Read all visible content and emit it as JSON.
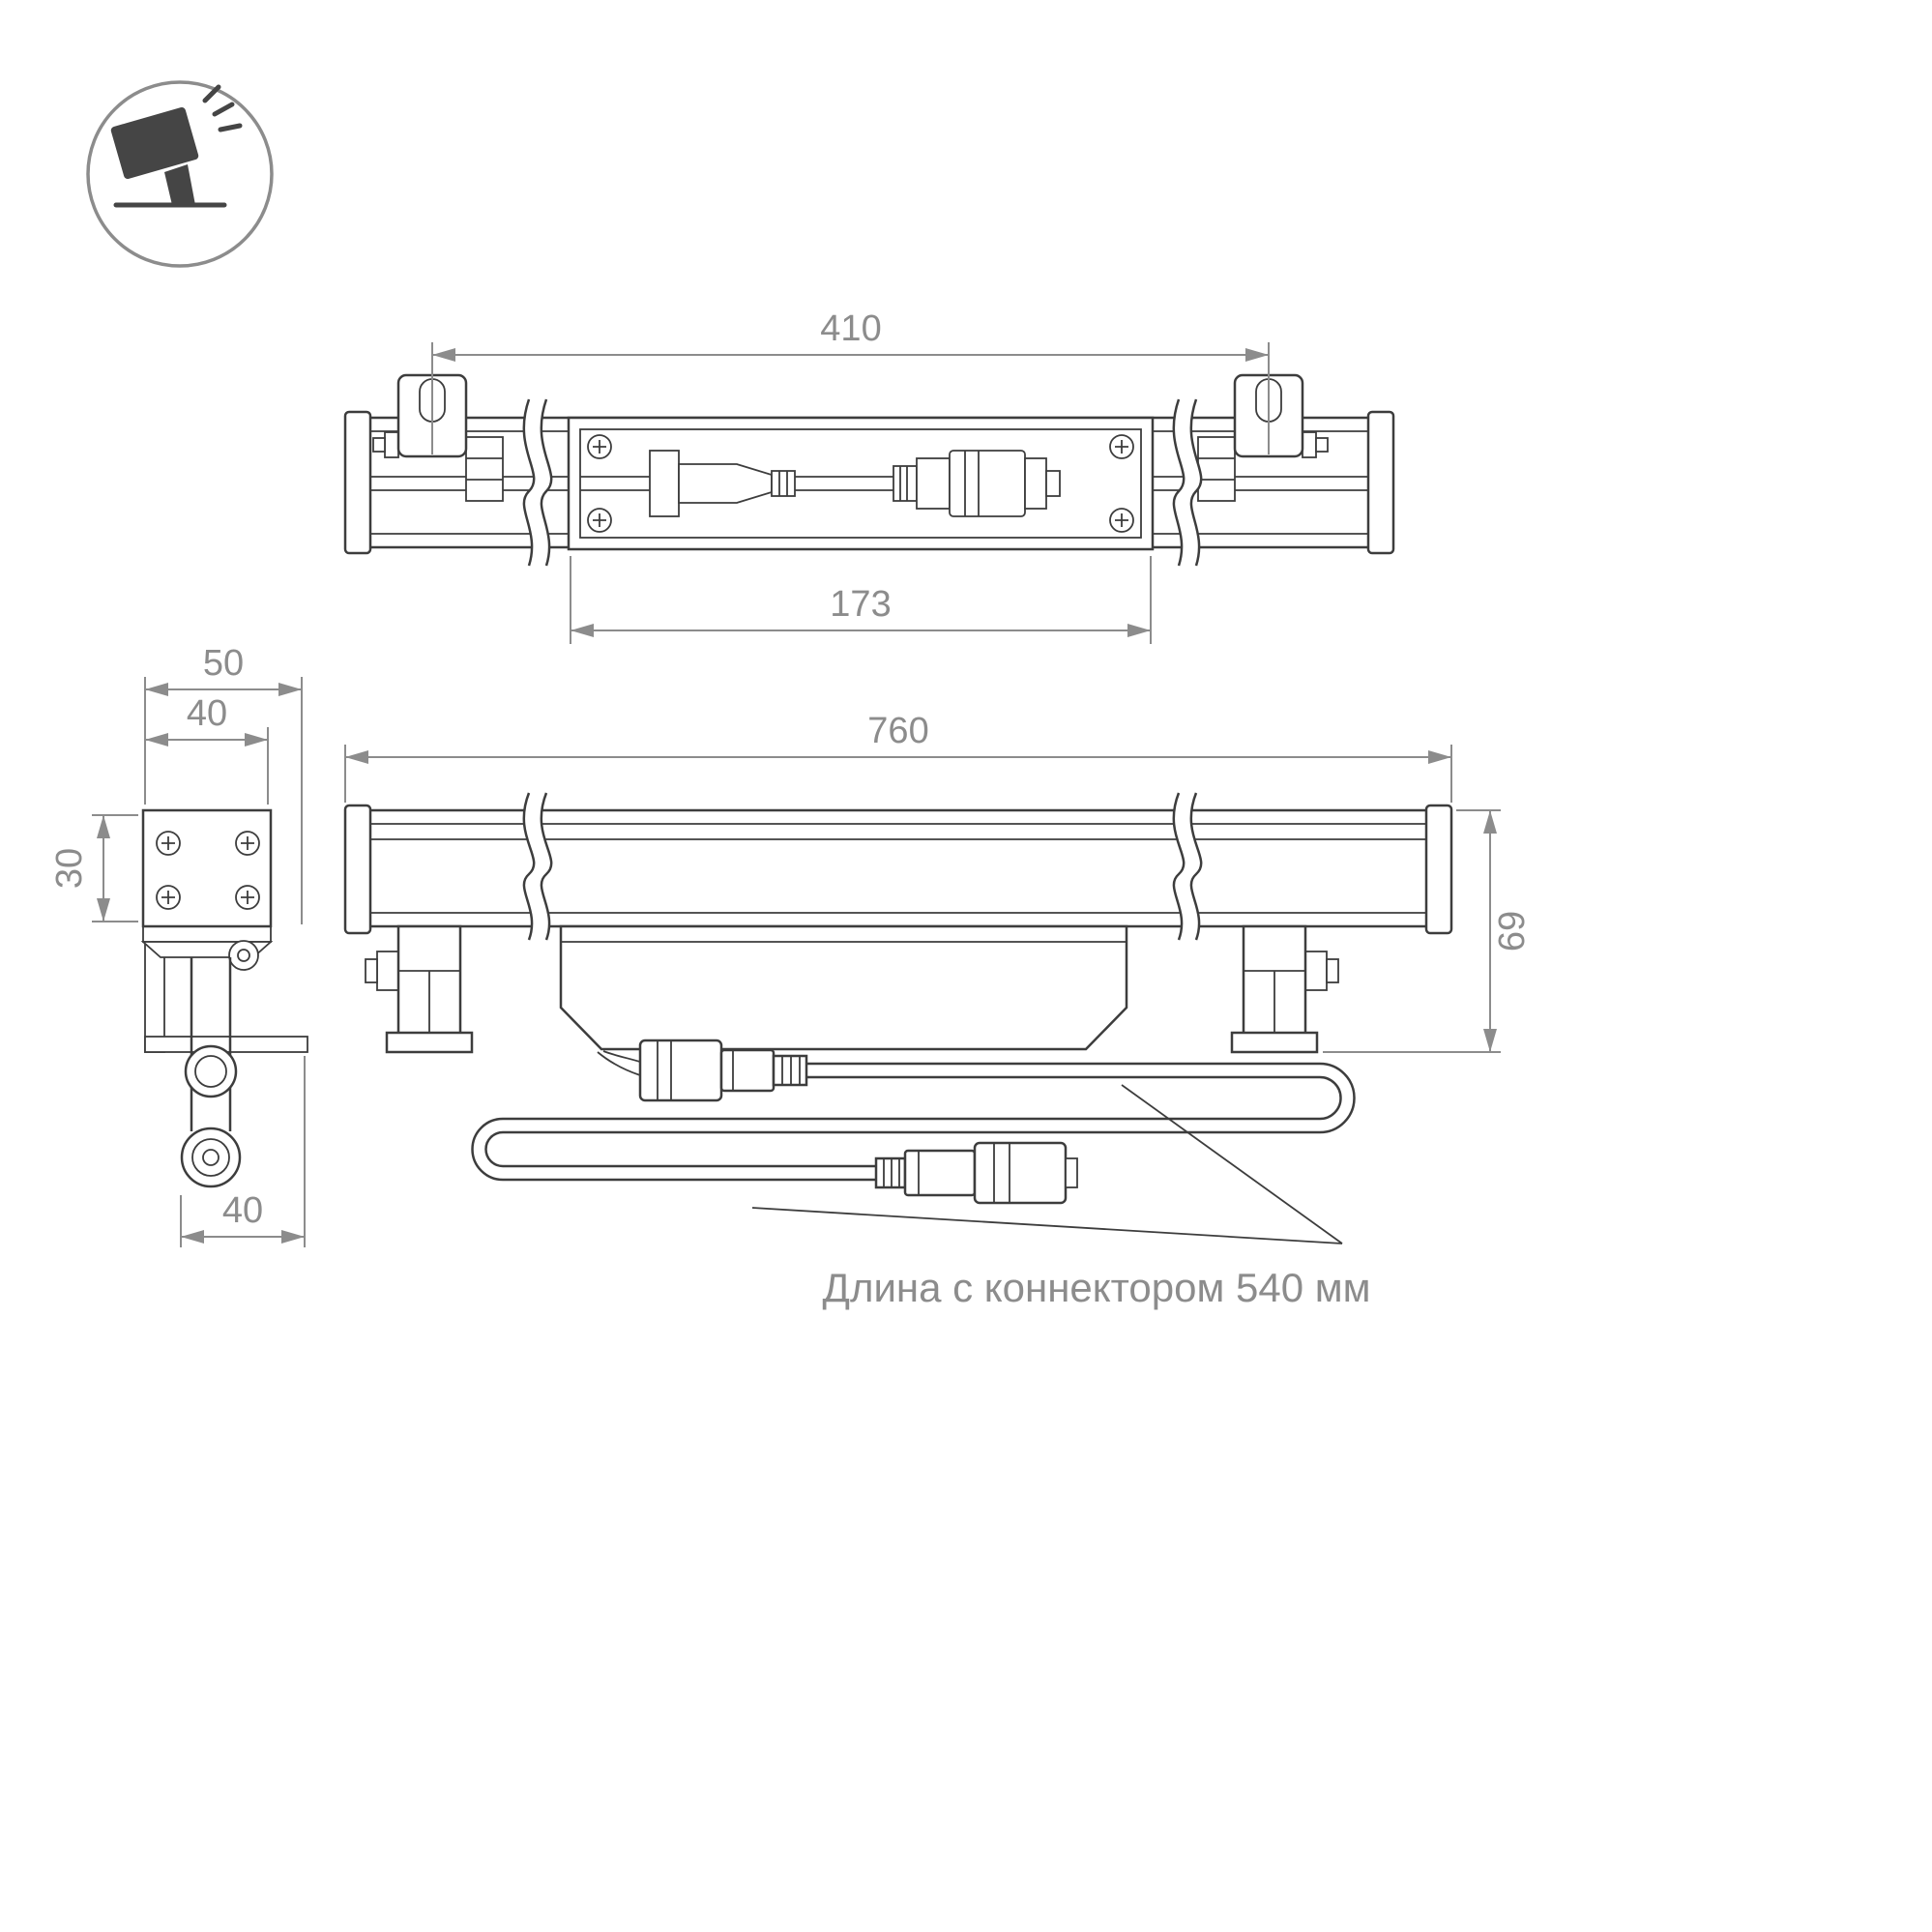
{
  "colors": {
    "line": "#3d3d3d",
    "dim": "#8c8c8c",
    "icon": "#454545",
    "bg": "#ffffff"
  },
  "icon": {
    "name": "floodlight-icon"
  },
  "views": {
    "top": {
      "dims": {
        "bracket_spacing": "410",
        "window_length": "173"
      }
    },
    "side": {
      "dims": {
        "outer_width": "50",
        "body_width": "40",
        "body_height": "30",
        "bottom_width": "40"
      }
    },
    "front": {
      "dims": {
        "total_length": "760",
        "total_height": "69"
      }
    }
  },
  "note": {
    "connector_length": "Длина с коннектором 540 мм"
  }
}
